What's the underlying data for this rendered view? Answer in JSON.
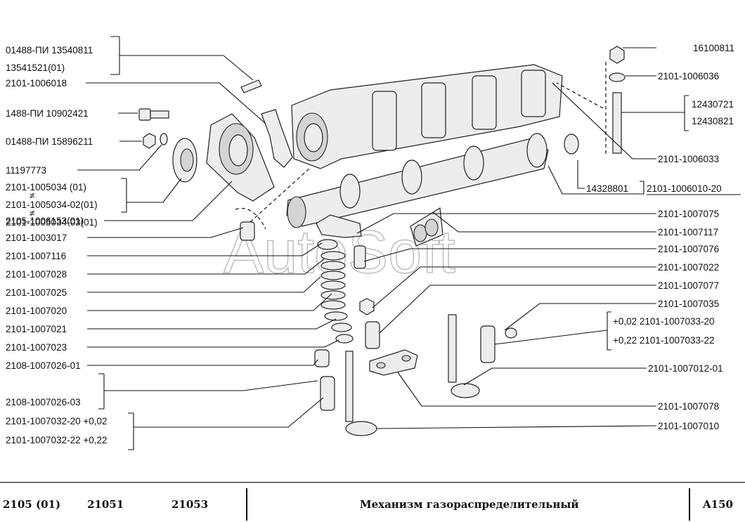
{
  "watermark": "AutoSoft",
  "labels_left": [
    "01488-ПИ 13540811",
    "13541521(01)",
    "2101-1006018",
    "1488-ПИ 10902421",
    "01488-ПИ 15896211",
    "11197773",
    "2101-1005034 (01)",
    "2101-1005034-02(01)",
    "2101-1005034-03(01)",
    "2105-1006153(01)",
    "2101-1003017",
    "2101-1007116",
    "2101-1007028",
    "2101-1007025",
    "2101-1007020",
    "2101-1007021",
    "2101-1007023",
    "2108-1007026-01",
    "2108-1007026-03",
    "2101-1007032-20 +0,02",
    "2101-1007032-22 +0,22"
  ],
  "labels_right": [
    "16100811",
    "2101-1006036",
    "12430721",
    "12430821",
    "2101-1006033",
    "14328801",
    "2101-1006010-20",
    "2101-1007075",
    "2101-1007117",
    "2101-1007076",
    "2101-1007022",
    "2101-1007077",
    "2101-1007035",
    "+0,02 2101-1007033-20",
    "+0,22 2101-1007033-22",
    "2101-1007012-01",
    "2101-1007078",
    "2101-1007010"
  ],
  "neq_symbol": "≠",
  "footer": {
    "models": [
      "2105 (01)",
      "21051",
      "21053"
    ],
    "title": "Механизм газораспределительный",
    "page": "A150"
  }
}
